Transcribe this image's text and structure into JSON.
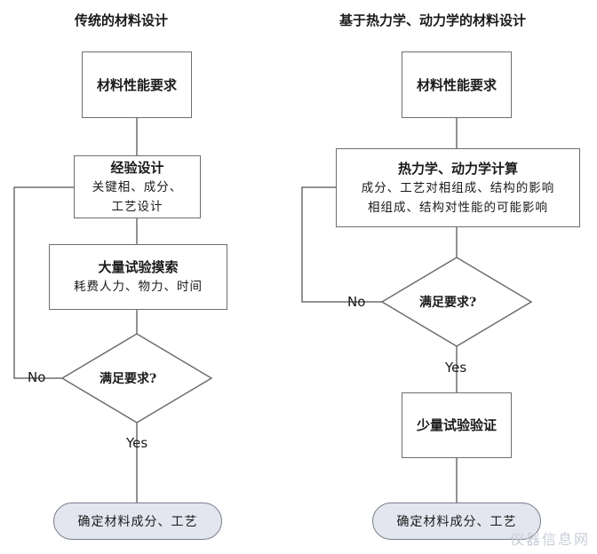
{
  "left": {
    "title": "传统的材料设计",
    "req": "材料性能要求",
    "exp_title": "经验设计",
    "exp_line1": "关键相、成分、",
    "exp_line2": "工艺设计",
    "trial_title": "大量试验摸索",
    "trial_sub": "耗费人力、物力、时间",
    "decision": "满足要求?",
    "no": "No",
    "yes": "Yes",
    "final": "确定材料成分、工艺"
  },
  "right": {
    "title": "基于热力学、动力学的材料设计",
    "req": "材料性能要求",
    "calc_title": "热力学、动力学计算",
    "calc_line1": "成分、工艺对相组成、结构的影响",
    "calc_line2": "相组成、结构对性能的可能影响",
    "decision": "满足要求?",
    "no": "No",
    "yes": "Yes",
    "verify": "少量试验验证",
    "final": "确定材料成分、工艺"
  },
  "watermark": "仪器信息网"
}
